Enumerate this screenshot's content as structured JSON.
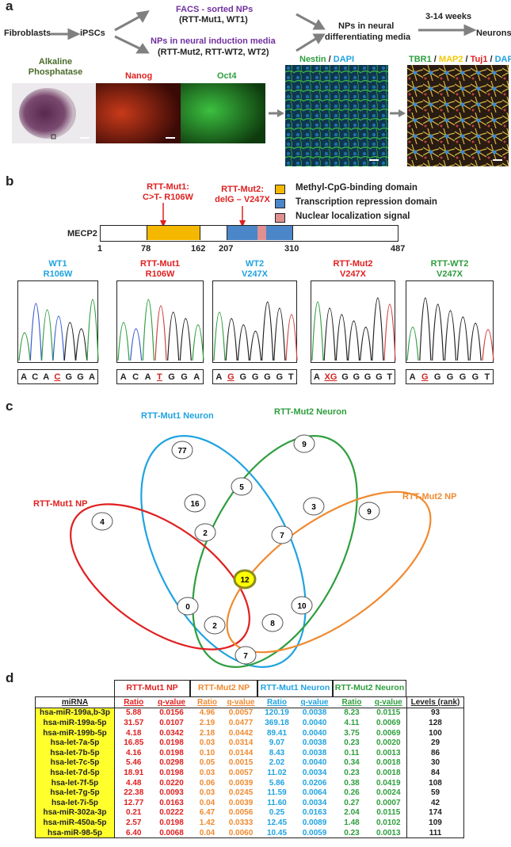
{
  "panel_a": {
    "letter": "a",
    "fibroblasts": "Fibroblasts",
    "ipscs": "iPSCs",
    "facs_title": "FACS - sorted NPs",
    "facs_lines": "(RTT-Mut1, WT1)",
    "induction_title": "NPs in neural induction media",
    "induction_lines": "(RTT-Mut2, RTT-WT2, WT2)",
    "nps_diff_1": "NPs in neural",
    "nps_diff_2": "differentiating   media",
    "weeks": "3-14 weeks",
    "neurons": "Neurons",
    "alk_1": "Alkaline",
    "alk_2": "Phosphatase",
    "nanog": "Nanog",
    "oct4": "Oct4",
    "nestin": "Nestin",
    "slash": " / ",
    "dapi": "DAPI",
    "tbr1": "TBR1",
    "map2": "MAP2",
    "tuj1": "Tuj1",
    "colors": {
      "purple": "#7030a0",
      "green": "#2e9e3e",
      "red": "#e02020",
      "blue": "#1fa3e0",
      "yellow": "#f5c800",
      "olive": "#4a6b2a"
    }
  },
  "panel_b": {
    "letter": "b",
    "mut1_label_1": "RTT-Mut1:",
    "mut1_label_2": "C>T- R106W",
    "mut2_label_1": "RTT-Mut2:",
    "mut2_label_2": "delG – V247X",
    "legend": [
      {
        "label": "Methyl-CpG-binding domain",
        "color": "#f5b800"
      },
      {
        "label": "Transcription repression domain",
        "color": "#4a86c8"
      },
      {
        "label": "Nuclear localization signal",
        "color": "#e09090"
      }
    ],
    "gene": "MECP2",
    "positions": [
      "1",
      "78",
      "162",
      "207",
      "310",
      "487"
    ],
    "samples": [
      {
        "title1": "WT1",
        "title2": "R106W",
        "color": "#1fa3e0",
        "seq": [
          "A",
          "C",
          "A",
          "C",
          "G",
          "G",
          "A"
        ],
        "hl": 3
      },
      {
        "title1": "RTT-Mut1",
        "title2": "R106W",
        "color": "#e02020",
        "seq": [
          "A",
          "C",
          "A",
          "T",
          "G",
          "G",
          "A"
        ],
        "hl": 3
      },
      {
        "title1": "WT2",
        "title2": "V247X",
        "color": "#1fa3e0",
        "seq": [
          "A",
          "G",
          "G",
          "G",
          "G",
          "G",
          "T"
        ],
        "hl": 1
      },
      {
        "title1": "RTT-Mut2",
        "title2": "V247X",
        "color": "#e02020",
        "seq": [
          "A",
          "XG",
          "G",
          "G",
          "G",
          "G",
          "T"
        ],
        "hl": 1
      },
      {
        "title1": "RTT-WT2",
        "title2": "V247X",
        "color": "#2e9e3e",
        "seq": [
          "A",
          "G",
          "G",
          "G",
          "G",
          "G",
          "T"
        ],
        "hl": 1
      }
    ]
  },
  "panel_c": {
    "letter": "c",
    "labels": {
      "mut1_neuron": "RTT-Mut1 Neuron",
      "mut2_neuron": "RTT-Mut2 Neuron",
      "mut1_np": "RTT-Mut1 NP",
      "mut2_np": "RTT-Mut2 NP"
    },
    "counts": [
      "77",
      "9",
      "4",
      "9",
      "16",
      "5",
      "3",
      "2",
      "7",
      "12",
      "0",
      "10",
      "2",
      "8",
      "7"
    ]
  },
  "panel_d": {
    "letter": "d",
    "groups": [
      {
        "label": "RTT-Mut1 NP",
        "color": "#e02020"
      },
      {
        "label": "RTT-Mut2 NP",
        "color": "#f08a30"
      },
      {
        "label": "RTT-Mut1 Neuron",
        "color": "#1fa3e0"
      },
      {
        "label": "RTT-Mut2 Neuron",
        "color": "#2e9e3e"
      }
    ],
    "col_mirna": "miRNA",
    "col_ratio": "Ratio",
    "col_q": "q-value",
    "col_levels": "Levels (rank)",
    "rows": [
      {
        "name": "hsa-miR-199a,b-3p",
        "v": [
          "5.88",
          "0.0156",
          "4.96",
          "0.0057",
          "120.19",
          "0.0038",
          "8.23",
          "0.0115"
        ],
        "rank": "93"
      },
      {
        "name": "hsa-miR-199a-5p",
        "v": [
          "31.57",
          "0.0107",
          "2.19",
          "0.0477",
          "369.18",
          "0.0040",
          "4.11",
          "0.0069"
        ],
        "rank": "128"
      },
      {
        "name": "hsa-miR-199b-5p",
        "v": [
          "4.18",
          "0.0342",
          "2.18",
          "0.0442",
          "89.41",
          "0.0040",
          "3.75",
          "0.0069"
        ],
        "rank": "100"
      },
      {
        "name": "hsa-let-7a-5p",
        "v": [
          "16.85",
          "0.0198",
          "0.03",
          "0.0314",
          "9.07",
          "0.0038",
          "0.23",
          "0.0020"
        ],
        "rank": "29"
      },
      {
        "name": "hsa-let-7b-5p",
        "v": [
          "4.16",
          "0.0198",
          "0.10",
          "0.0144",
          "8.43",
          "0.0038",
          "0.11",
          "0.0013"
        ],
        "rank": "86"
      },
      {
        "name": "hsa-let-7c-5p",
        "v": [
          "5.46",
          "0.0298",
          "0.05",
          "0.0015",
          "2.02",
          "0.0040",
          "0.34",
          "0.0018"
        ],
        "rank": "30"
      },
      {
        "name": "hsa-let-7d-5p",
        "v": [
          "18.91",
          "0.0198",
          "0.03",
          "0.0057",
          "11.02",
          "0.0034",
          "0.23",
          "0.0018"
        ],
        "rank": "84"
      },
      {
        "name": "hsa-let-7f-5p",
        "v": [
          "4.48",
          "0.0220",
          "0.06",
          "0.0039",
          "5.86",
          "0.0206",
          "0.38",
          "0.0419"
        ],
        "rank": "108"
      },
      {
        "name": "hsa-let-7g-5p",
        "v": [
          "22.38",
          "0.0093",
          "0.03",
          "0.0245",
          "11.59",
          "0.0064",
          "0.26",
          "0.0024"
        ],
        "rank": "59"
      },
      {
        "name": "hsa-let-7i-5p",
        "v": [
          "12.77",
          "0.0163",
          "0.04",
          "0.0039",
          "11.60",
          "0.0034",
          "0.27",
          "0.0007"
        ],
        "rank": "42"
      },
      {
        "name": "hsa-miR-302a-3p",
        "v": [
          "0.21",
          "0.0222",
          "6.47",
          "0.0056",
          "0.25",
          "0.0163",
          "2.04",
          "0.0115"
        ],
        "rank": "174"
      },
      {
        "name": "hsa-miR-450a-5p",
        "v": [
          "2.57",
          "0.0198",
          "1.42",
          "0.0333",
          "12.45",
          "0.0089",
          "1.48",
          "0.0102"
        ],
        "rank": "109"
      },
      {
        "name": "hsa-miR-98-5p",
        "v": [
          "6.40",
          "0.0068",
          "0.04",
          "0.0060",
          "10.45",
          "0.0059",
          "0.23",
          "0.0013"
        ],
        "rank": "111"
      }
    ]
  }
}
